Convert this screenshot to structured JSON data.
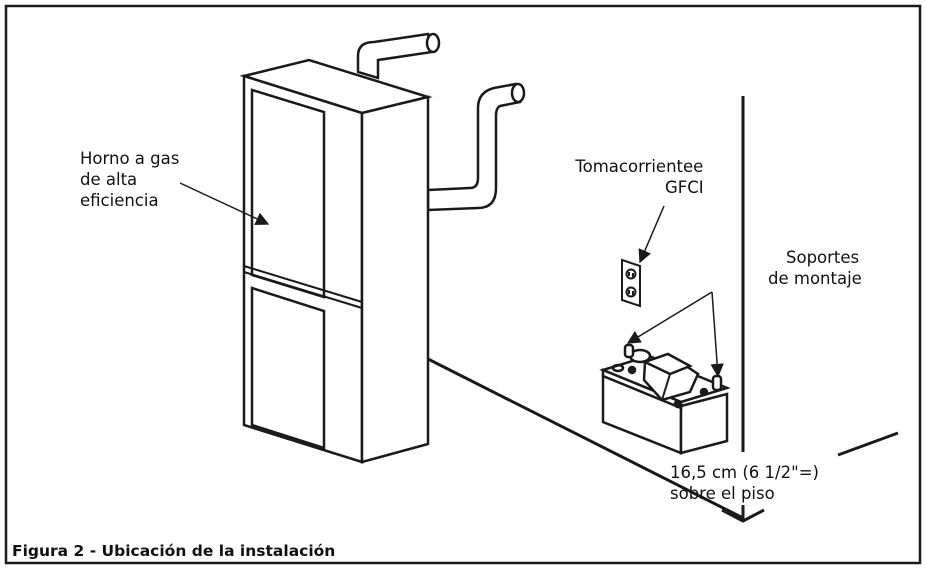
{
  "labels": {
    "furnace": [
      "Horno a gas",
      "de alta",
      "eficiencia"
    ],
    "outlet": [
      "Tomacorrientee",
      "GFCI"
    ],
    "brackets": [
      "Soportes",
      "de montaje"
    ],
    "height": [
      "16,5 cm (6 1/2\"=)",
      "sobre el piso"
    ]
  },
  "caption": "Figura 2 - Ubicación de la instalación",
  "colors": {
    "stroke": "#1a1a1a",
    "background": "#ffffff"
  }
}
